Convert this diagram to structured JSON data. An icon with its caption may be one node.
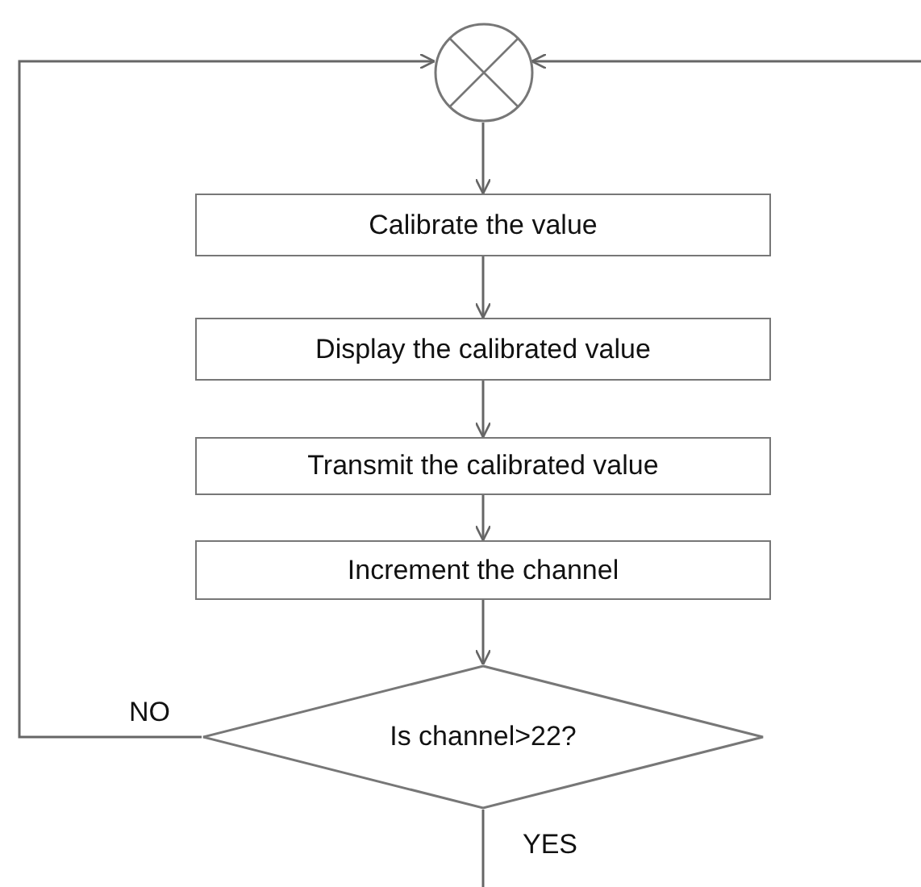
{
  "diagram": {
    "nodes": [
      {
        "text": [],
        "shape": "circle"
      },
      {
        "text": [
          "Calibrate the value"
        ]
      },
      {
        "text": [
          "Display the calibrated value"
        ]
      },
      {
        "text": [
          "Transmit the calibrated value"
        ]
      },
      {
        "text": [
          "Increment the channel"
        ]
      },
      {
        "text": [
          "Is channel>22?"
        ]
      }
    ],
    "edges": [
      {
        "from": 0,
        "to": 1,
        "arrow": "to"
      },
      {
        "from": 1,
        "to": 2,
        "arrow": "to"
      },
      {
        "from": 2,
        "to": 3,
        "arrow": "to"
      },
      {
        "from": 3,
        "to": 4,
        "arrow": "to"
      },
      {
        "from": 4,
        "to": 5,
        "arrow": "to"
      },
      {
        "from": 5,
        "to": 0,
        "label": "NO",
        "arrow": "to"
      },
      {
        "from": null,
        "to": 0,
        "arrow": "to"
      },
      {
        "from": 5,
        "to": null,
        "label": "YES",
        "arrow": "none"
      }
    ]
  }
}
